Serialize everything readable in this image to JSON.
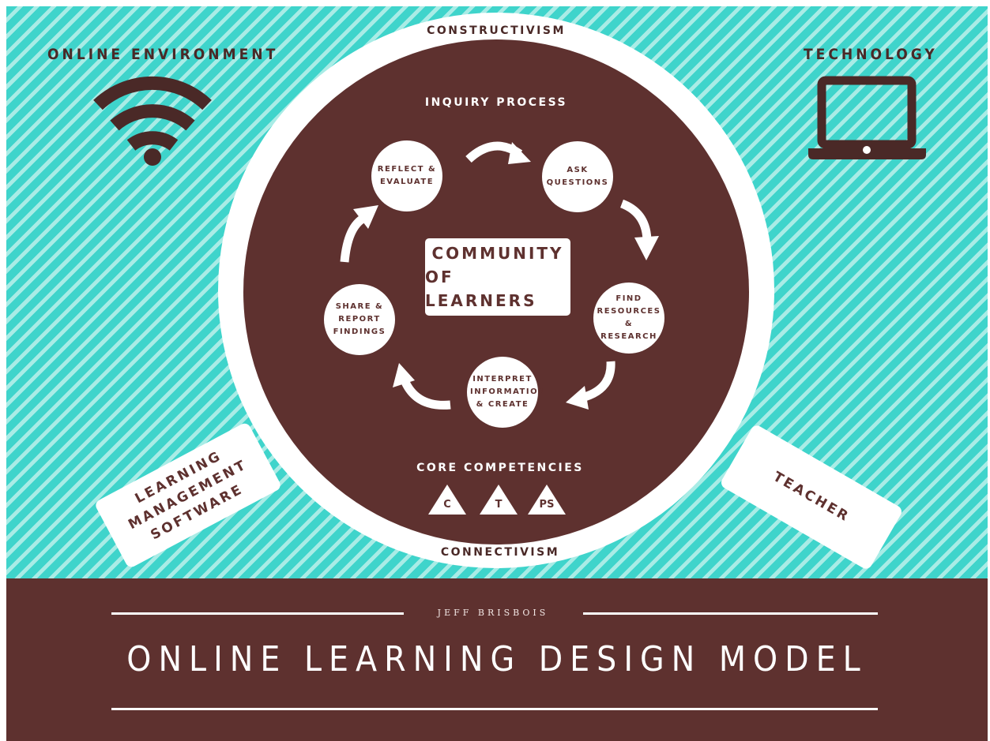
{
  "labels": {
    "online_environment": "ONLINE ENVIRONMENT",
    "technology": "TECHNOLOGY",
    "constructivism": "CONSTRUCTIVISM",
    "connectivism": "CONNECTIVISM",
    "inquiry_process": "INQUIRY PROCESS",
    "core_competencies": "CORE COMPETENCIES"
  },
  "center": {
    "line1": "COMMUNITY",
    "line2": "OF LEARNERS"
  },
  "steps": {
    "reflect": [
      "REFLECT &",
      "EVALUATE"
    ],
    "ask": [
      "ASK",
      "QUESTIONS"
    ],
    "find": [
      "FIND",
      "RESOURCES &",
      "RESEARCH"
    ],
    "interpret": [
      "INTERPRET",
      "INFORMATION",
      "& CREATE"
    ],
    "share": [
      "SHARE &",
      "REPORT",
      "FINDINGS"
    ]
  },
  "competencies": [
    "C",
    "T",
    "PS"
  ],
  "cards": {
    "lms": [
      "LEARNING",
      "MANAGEMENT",
      "SOFTWARE"
    ],
    "teacher": "TEACHER"
  },
  "footer": {
    "author": "JEFF BRISBOIS",
    "title": "ONLINE LEARNING DESIGN MODEL"
  },
  "colors": {
    "brown": "#5e312f",
    "teal": "#3fd4cb",
    "teal_light": "#a9ece6",
    "white": "#ffffff"
  },
  "icons": {
    "environment": "wifi-icon",
    "technology": "laptop-icon"
  }
}
